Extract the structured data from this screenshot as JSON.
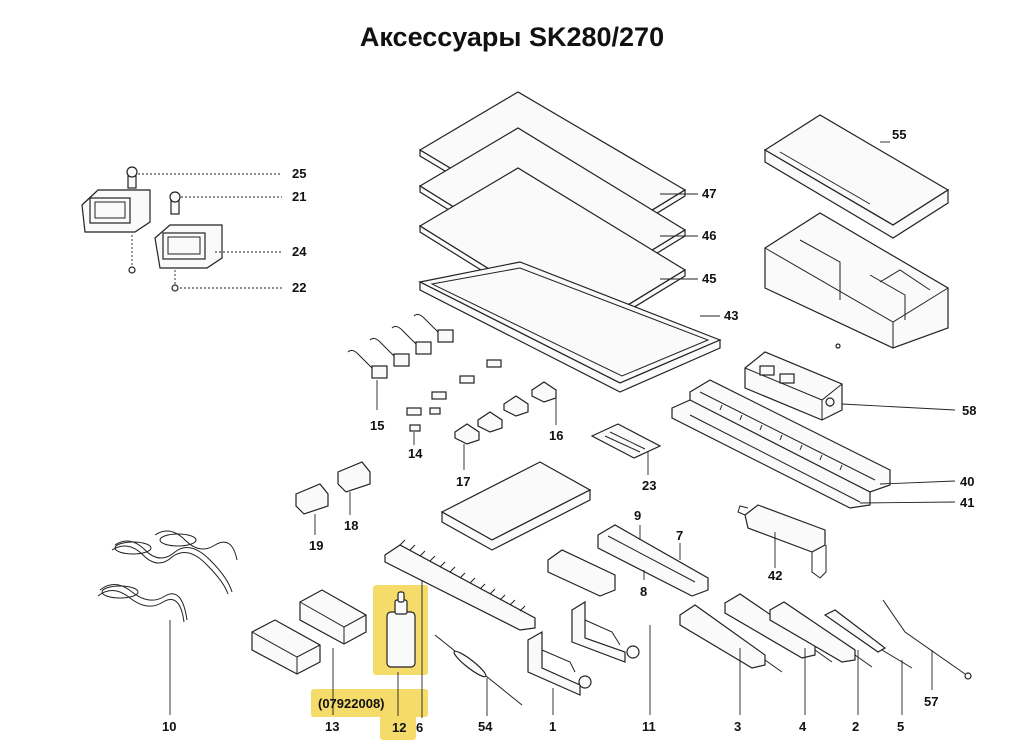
{
  "title": "Аксессуары SK280/270",
  "highlight_color": "#f5dc6a",
  "part_code": "(07922008)",
  "callouts": {
    "c25": "25",
    "c21": "21",
    "c24": "24",
    "c22": "22",
    "c55": "55",
    "c47": "47",
    "c46": "46",
    "c45": "45",
    "c43": "43",
    "c58": "58",
    "c40": "40",
    "c41": "41",
    "c42": "42",
    "c15": "15",
    "c14": "14",
    "c16": "16",
    "c17": "17",
    "c23": "23",
    "c18": "18",
    "c19": "19",
    "c9": "9",
    "c7": "7",
    "c8": "8",
    "c54": "54",
    "c1": "1",
    "c11": "11",
    "c3": "3",
    "c4": "4",
    "c2": "2",
    "c5": "5",
    "c57": "57",
    "c10": "10",
    "c13": "13",
    "c12": "12",
    "c6": "6"
  }
}
